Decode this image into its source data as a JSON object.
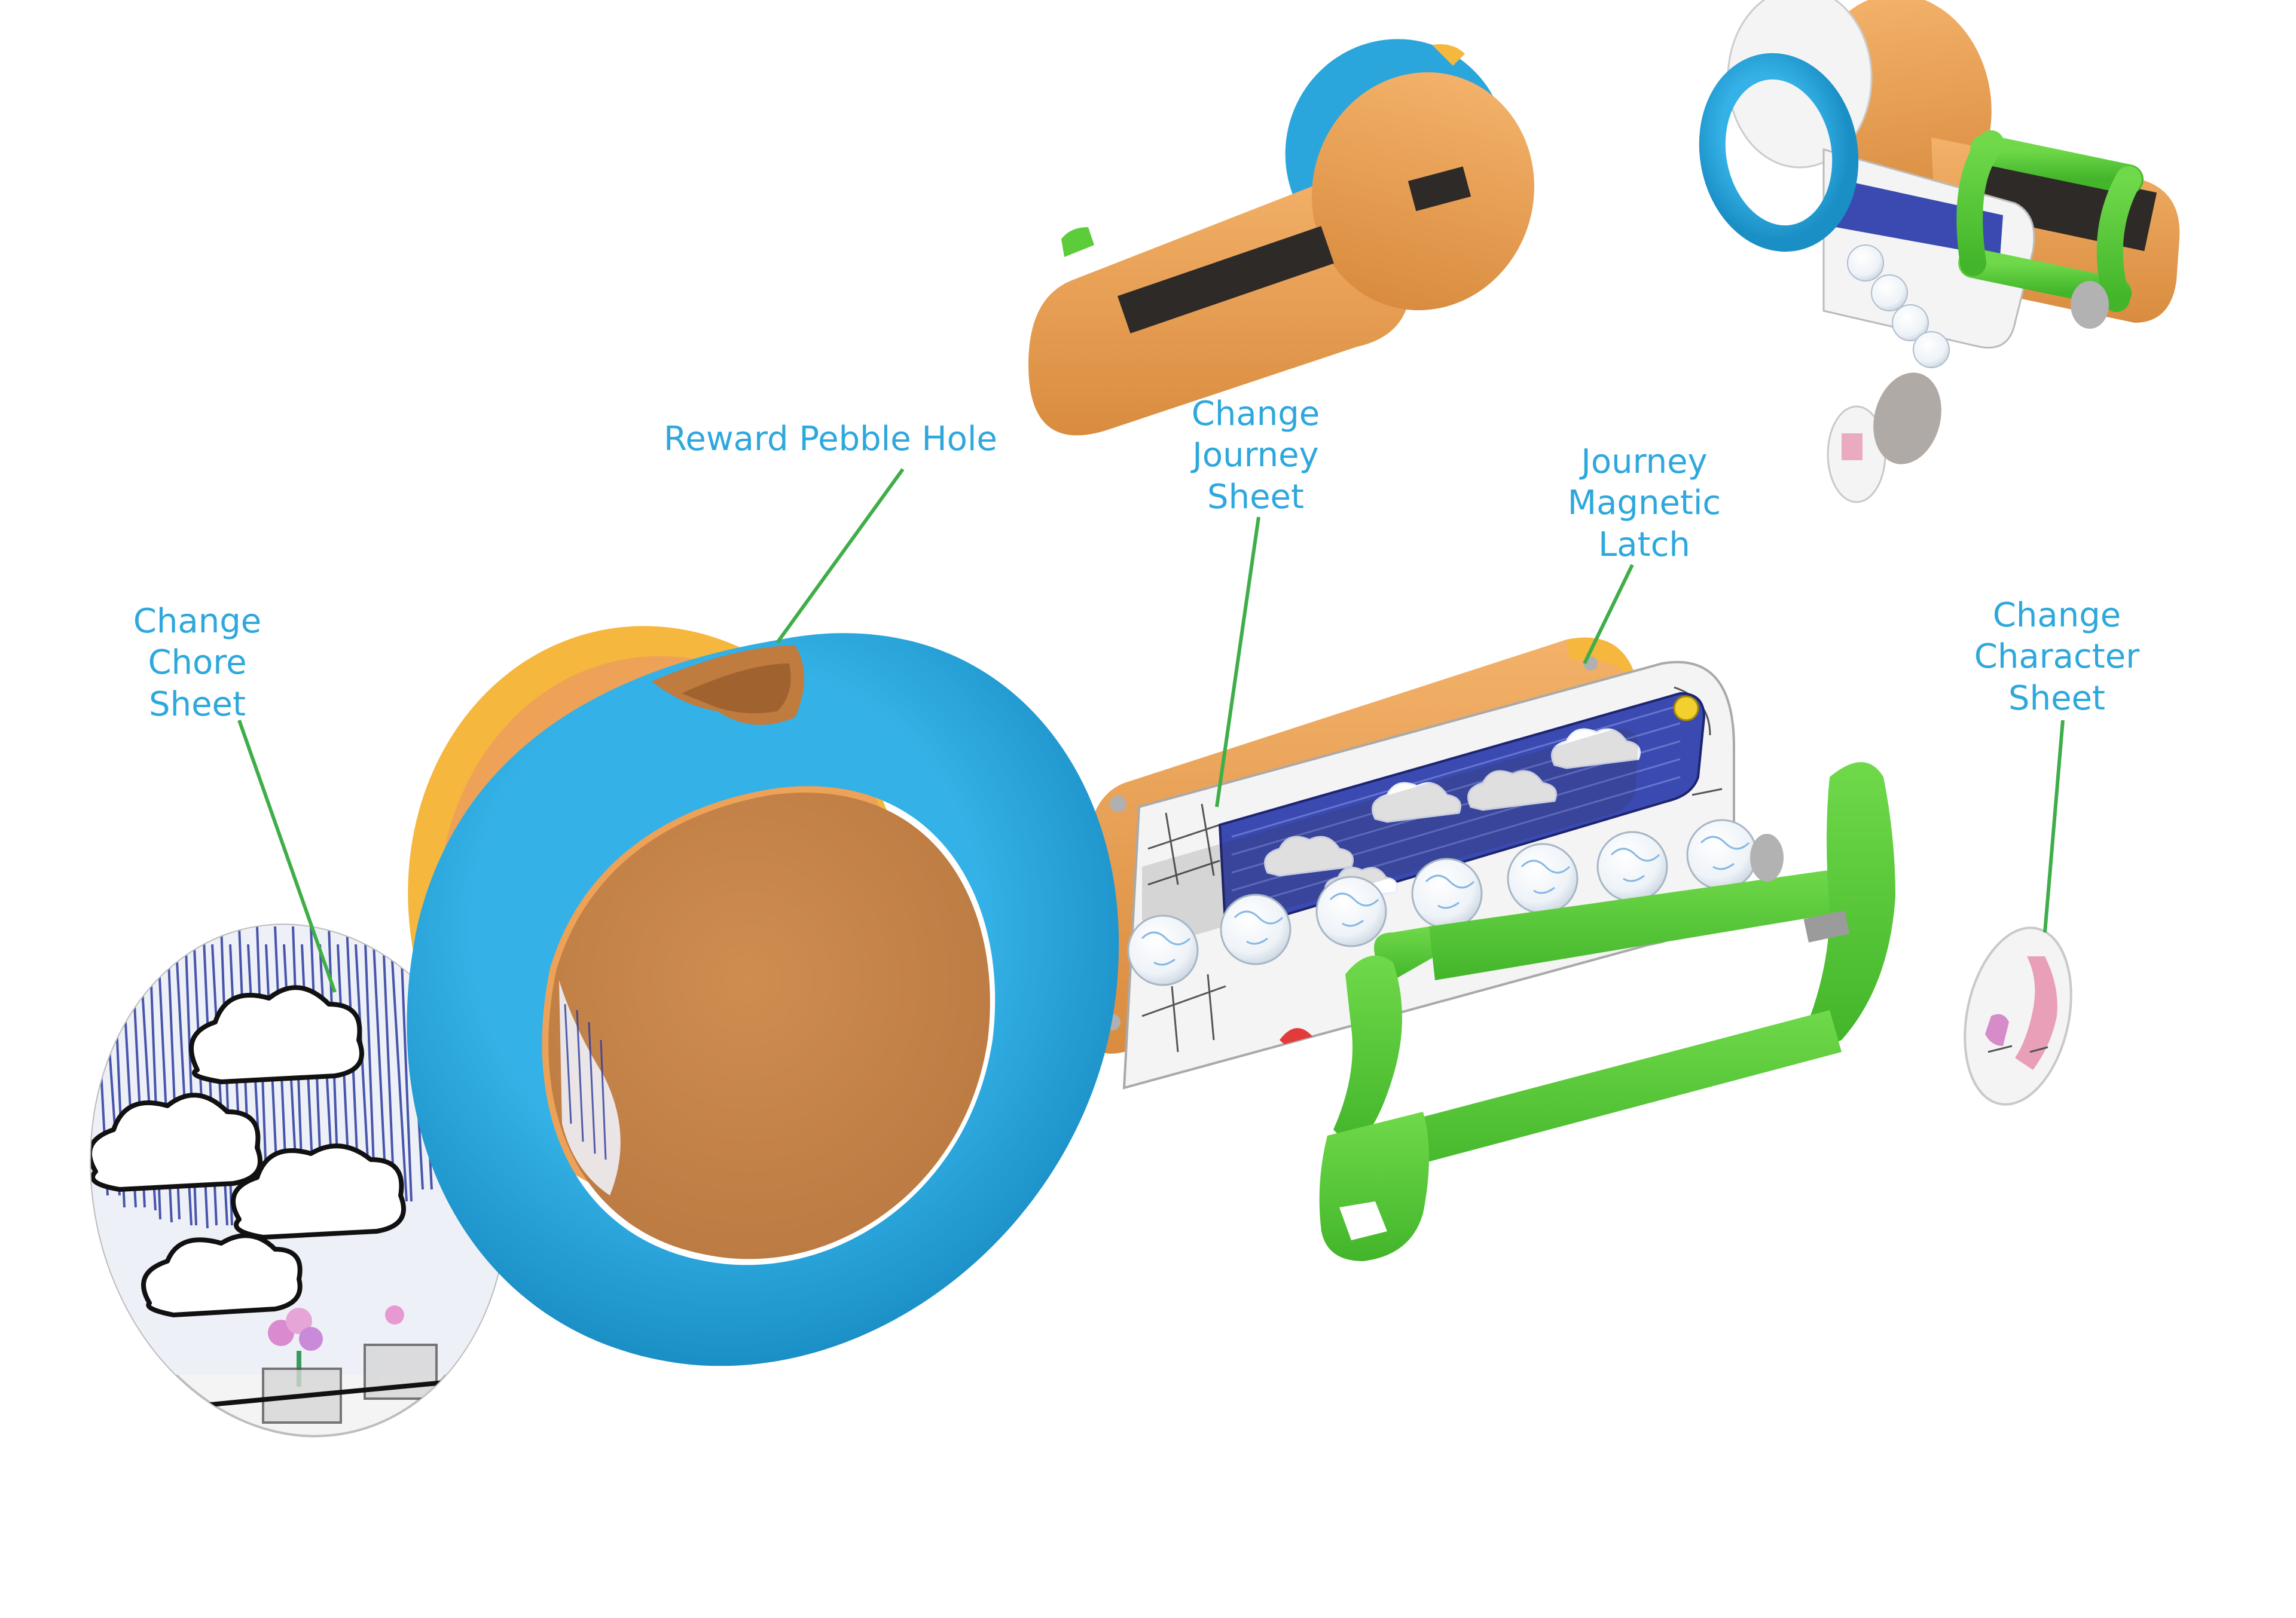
{
  "colors": {
    "label_text": "#2ea8dc",
    "leader_line": "#3fae49",
    "blue_ring": "#2aa6dc",
    "orange_body": "#eda258",
    "orange_face": "#c8864a",
    "green_handle": "#5ccc3a",
    "sheet_white": "#f4f4f4",
    "scribble_blue": "#2b3a9e",
    "slot_dark": "#2e2a28",
    "yellow_rim": "#f5b73d"
  },
  "labels": {
    "reward_pebble_hole": [
      "Reward Pebble Hole"
    ],
    "change_chore_sheet": [
      "Change",
      "Chore",
      "Sheet"
    ],
    "change_journey_sheet": [
      "Change",
      "Journey",
      "Sheet"
    ],
    "journey_magnetic_latch": [
      "Journey",
      "Magnetic",
      "Latch"
    ],
    "change_character_sheet": [
      "Change",
      "Character",
      "Sheet"
    ]
  }
}
